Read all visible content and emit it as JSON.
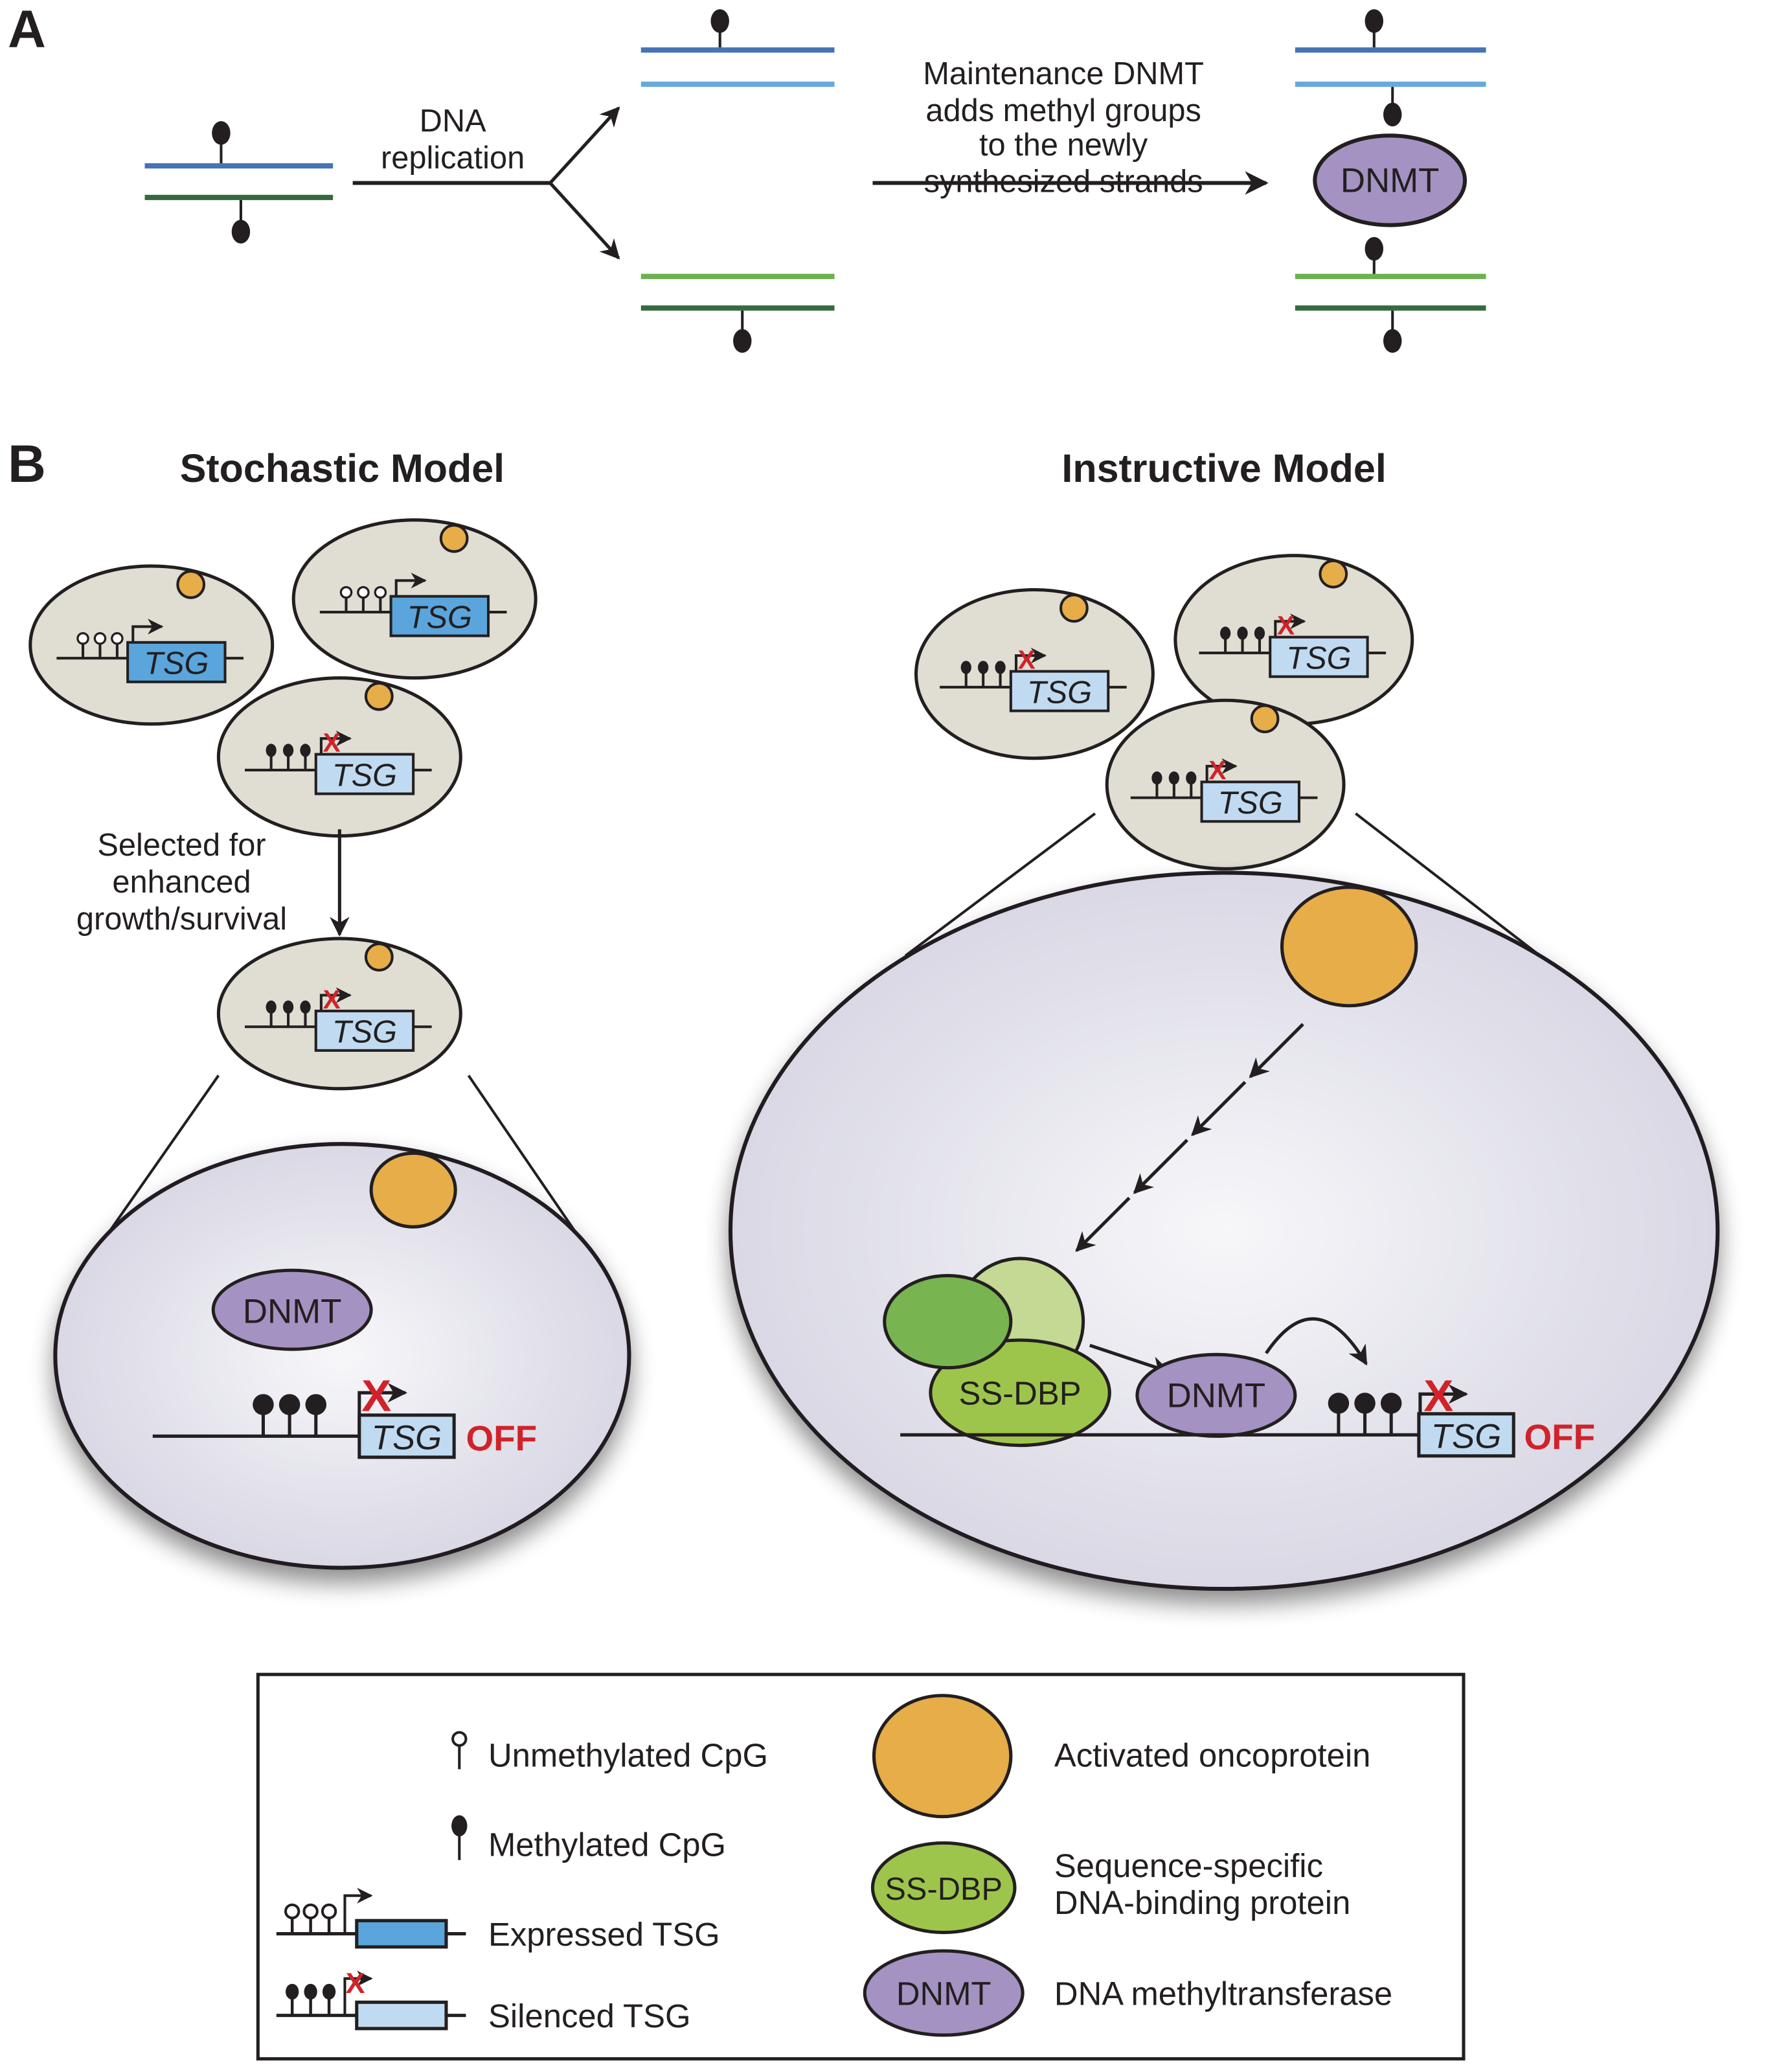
{
  "panel_a": {
    "label": "A",
    "replication_label": [
      "DNA",
      "replication"
    ],
    "maintenance_label": [
      "Maintenance DNMT",
      "adds methyl groups",
      "to the newly",
      "synthesized strands"
    ],
    "dnmt_label": "DNMT"
  },
  "panel_b": {
    "label": "B",
    "stochastic": {
      "title": "Stochastic Model",
      "selection_label": [
        "Selected for",
        "enhanced",
        "growth/survival"
      ],
      "tsg_label": "TSG",
      "dnmt_label": "DNMT",
      "off_label": "OFF"
    },
    "instructive": {
      "title": "Instructive Model",
      "tsg_label": "TSG",
      "ssdbp_label": "SS-DBP",
      "dnmt_label": "DNMT",
      "off_label": "OFF"
    }
  },
  "legend": {
    "unmethylated": "Unmethylated CpG",
    "methylated": "Methylated CpG",
    "expressed": "Expressed TSG",
    "silenced": "Silenced TSG",
    "oncoprotein": "Activated oncoprotein",
    "ssdbp_badge": "SS-DBP",
    "ssdbp": [
      "Sequence-specific",
      "DNA-binding protein"
    ],
    "dnmt_badge": "DNMT",
    "dnmt": "DNA methyltransferase"
  },
  "colors": {
    "strand_blue_dark": "#4673b5",
    "strand_blue_light": "#67a9dc",
    "strand_green_light": "#6db152",
    "strand_green_dark": "#356b3c",
    "cell": "#e0ddd3",
    "tsg_expressed": "#5aa5dc",
    "tsg_silenced": "#c0dbf1",
    "oncoprotein": "#e6ad49",
    "dnmt": "#a492c2",
    "ssdbp": "#9ec54b",
    "cofactor_dark": "#78b450",
    "cofactor_light": "#c3d994",
    "off": "#d12229"
  }
}
